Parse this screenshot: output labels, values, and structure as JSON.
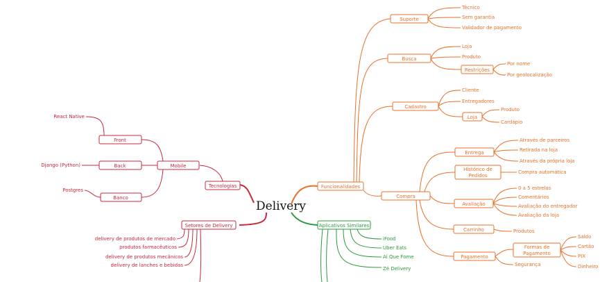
{
  "center": "Delivery",
  "right": {
    "funcionalidades": "Funcionalidades",
    "suporte": "Suporte",
    "suporte_items": [
      "Técnico",
      "Sem garantia",
      "Validador de pagamento"
    ],
    "busca": "Busca",
    "busca_items": [
      "Loja",
      "Produto"
    ],
    "restricoes": "Restrições",
    "restricoes_items": [
      "Por nome",
      "Por geolocalização"
    ],
    "cadastro": "Cadastro",
    "cadastro_items": [
      "Cliente",
      "Entregadores"
    ],
    "loja": "Loja",
    "loja_items": [
      "Produto",
      "Cardápio"
    ],
    "compra": "Compra",
    "entrega": "Entrega",
    "entrega_items": [
      "Através de parceiros",
      "Retirada na loja",
      "Através da própria loja"
    ],
    "historico": [
      "Histórico de",
      "Pedidos"
    ],
    "historico_items": [
      "Compra automática"
    ],
    "avaliacao": "Avaliação",
    "avaliacao_items": [
      "0 a 5 estrelas",
      "Comentários",
      "Avaliação do entregador",
      "Avaliação da loja"
    ],
    "carrinho": "Carrinho",
    "carrinho_items": [
      "Produtos"
    ],
    "pagamento": "Pagamento",
    "formas": [
      "Formas de",
      "Pagamento"
    ],
    "formas_items": [
      "Saldo",
      "Cartão",
      "PIX",
      "Dinheiro"
    ],
    "seguranca": "Segurança"
  },
  "left": {
    "tecnologias": "Tecnologias",
    "mobile": "Mobile",
    "front": "Front",
    "front_items": [
      "React Native"
    ],
    "back": "Back",
    "back_items": [
      "Django (Python)"
    ],
    "banco": "Banco",
    "banco_items": [
      "Postgres"
    ],
    "setores": "Setores de Delivery",
    "setores_items": [
      "delivery de produtos de mercado",
      "produtos farmacêuticos",
      "delivery de produtos mecânicos",
      "delivery de lanches e bebidas"
    ]
  },
  "bottom": {
    "aplicativos": "Aplicativos Similares",
    "aplicativos_items": [
      "iFood",
      "Uber Eats",
      "Aí Que Fome",
      "Zé Delivery"
    ]
  },
  "colors": {
    "orange": "#e8702a",
    "red": "#c8283c",
    "green": "#2a9a3a"
  }
}
